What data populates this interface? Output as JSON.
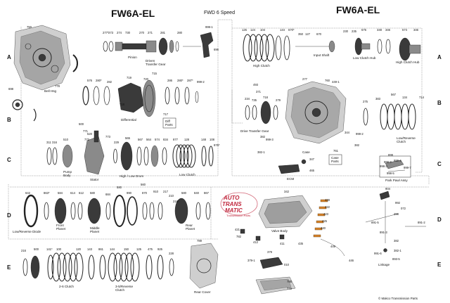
{
  "header": {
    "title_left": "FW6A-EL",
    "title_right": "FW6A-EL",
    "subtitle": "FWD 6 Speed"
  },
  "rows": {
    "a_left": "A",
    "a_right": "A",
    "b_left": "B",
    "b_right": "B",
    "c_left": "C",
    "c_right": "C",
    "d_left": "D",
    "d_right": "D",
    "e_left": "E",
    "e_right": "E"
  },
  "groups": {
    "bell_hsg": "Bell Hsg",
    "pinion": "Pinion",
    "driven_transfer_gear": "Driven\nTransfer Gear",
    "differential": "Differential",
    "diff_parts": "Diff\nParts",
    "high_clutch": "High Clutch",
    "input_shaft": "Input Shaft",
    "low_clutch_hub": "Low Clutch Hub",
    "high_clutch_hub": "High Clutch Hub",
    "drive_transfer_gear": "Drive Transfer Gear",
    "case": "Case",
    "case_parts": "Case\nParts",
    "ecm": "ECM",
    "low_reverse_clutch": "Low/Reverse\nClutch",
    "park_pawl_assy": "Park Pawl Assy",
    "pump_body": "Pump\nBody",
    "stator": "Stator",
    "high_low_drum": "High / Low Drum",
    "low_clutch": "Low Clutch",
    "low_reverse_diode": "Low/Reverse Diode",
    "front_planet": "Front\nPlanet",
    "middle_planet": "Middle\nPlanet",
    "rear_planet": "Rear\nPlanet",
    "valve_body": "Valve Body",
    "linkage": "Linkage",
    "clutch_26": "2-6 Clutch",
    "clutch_35r": "3-5/Reverse\nClutch",
    "rear_cover": "Rear Cover"
  },
  "watermark": {
    "line1": "AUTO",
    "line2": "TRANS",
    "line3": "MATIC",
    "line4": "Transmission Parts"
  },
  "copyright": "© Makco Transmission Parts",
  "parts": {
    "a_left": [
      "750",
      "277*",
      "273",
      "274",
      "730",
      "270",
      "271",
      "281",
      "280",
      "999-1",
      "696",
      "698",
      "778",
      "342"
    ],
    "b_left": [
      "576",
      "280*",
      "282",
      "719",
      "720",
      "286",
      "280*",
      "287*",
      "715",
      "999-2",
      "718",
      "717"
    ],
    "c_left": [
      "311",
      "316",
      "510",
      "771",
      "500",
      "520",
      "772",
      "773",
      "229",
      "565",
      "567",
      "564",
      "574",
      "834",
      "877",
      "128",
      "148",
      "108",
      "876*"
    ],
    "a_right": [
      "125",
      "124",
      "104",
      "144",
      "670*",
      "350",
      "127",
      "670",
      "230",
      "235",
      "575",
      "348",
      "346",
      "574",
      "346",
      "449-1",
      "493",
      "371"
    ],
    "b_right": [
      "234",
      "735",
      "718",
      "279",
      "277",
      "760",
      "382",
      "999-3",
      "382-1",
      "344",
      "761",
      "347",
      "465"
    ],
    "lr": [
      "275",
      "383",
      "382",
      "134",
      "567",
      "714",
      "999-2"
    ],
    "pp": [
      "899",
      "998-2",
      "999-4",
      "998-3",
      "998-5",
      "999-7"
    ],
    "d_left": [
      "642",
      "863*",
      "584",
      "614",
      "612",
      "580",
      "580",
      "684",
      "560",
      "990",
      "870",
      "910",
      "217",
      "210",
      "218*",
      "580",
      "840",
      "867"
    ],
    "d_center": [
      "342",
      "428",
      "422",
      "423",
      "425",
      "440",
      "421",
      "782",
      "412",
      "411",
      "435",
      "446",
      "449"
    ],
    "d_right": [
      "904",
      "992",
      "072",
      "298",
      "891-5",
      "891-3",
      "891-2",
      "382"
    ],
    "e_left": [
      "216",
      "500",
      "141*",
      "100",
      "120",
      "143",
      "861",
      "144",
      "150",
      "125",
      "475",
      "925",
      "228",
      "789"
    ],
    "e_center": [
      "379",
      "379-1",
      "010",
      "785",
      "779"
    ],
    "e_right": [
      "991-6",
      "893-5",
      "382-1"
    ]
  }
}
